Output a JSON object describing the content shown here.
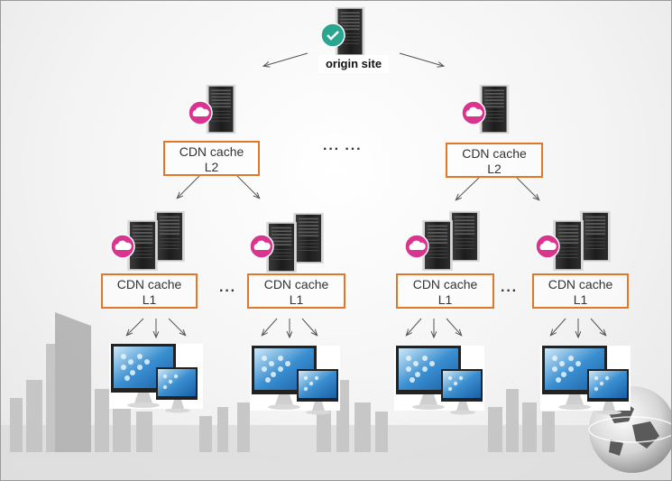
{
  "origin": {
    "label": "origin site"
  },
  "l2_cache": {
    "line1": "CDN cache",
    "line2": "L2"
  },
  "l1_cache": {
    "line1": "CDN cache",
    "line2": "L1"
  },
  "separators": {
    "l2": "··· ···",
    "l1": "···"
  },
  "colors": {
    "box_border": "#e0772a",
    "cloud_badge": "#d9358f",
    "check_badge": "#2aa58f",
    "arrow": "#555555"
  },
  "icons": [
    "server-icon",
    "check-badge-icon",
    "cloud-badge-icon",
    "desktop-computer-icon",
    "globe-icon",
    "city-skyline"
  ]
}
